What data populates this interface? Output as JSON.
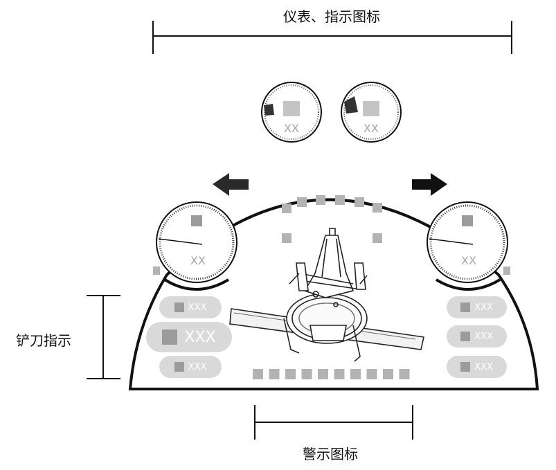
{
  "labels": {
    "top": "仪表、指示图标",
    "left": "铲刀指示",
    "bottom": "警示图标"
  },
  "gauges": {
    "small_left": "XX",
    "small_right": "XX",
    "big_left": "XX",
    "big_right": "XX"
  },
  "blade_pills": {
    "left": [
      "XXX",
      "XXX",
      "XXX"
    ],
    "right": [
      "XXX",
      "XXX",
      "XXX"
    ]
  },
  "colors": {
    "outline": "#111111",
    "placeholder": "#b3b3b3",
    "pill_bg": "#d9d9d9"
  }
}
